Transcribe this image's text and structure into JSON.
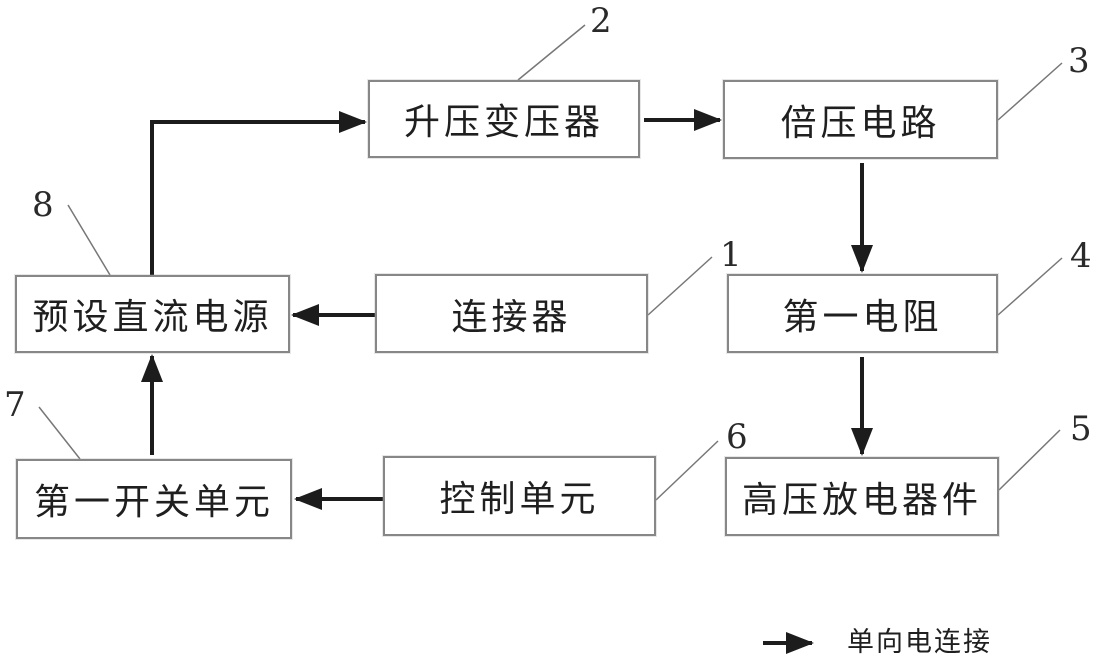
{
  "figure": {
    "background": "#ffffff",
    "box_border_color": "#878787",
    "arrow_color": "#1c1c1c",
    "leader_line_color": "#777777"
  },
  "nodes": [
    {
      "id": "connector",
      "label": "连接器",
      "ref": "1"
    },
    {
      "id": "step-up-transformer",
      "label": "升压变压器",
      "ref": "2"
    },
    {
      "id": "voltage-doubler-circuit",
      "label": "倍压电路",
      "ref": "3"
    },
    {
      "id": "first-resistor",
      "label": "第一电阻",
      "ref": "4"
    },
    {
      "id": "high-voltage-discharge-device",
      "label": "高压放电器件",
      "ref": "5"
    },
    {
      "id": "control-unit",
      "label": "控制单元",
      "ref": "6"
    },
    {
      "id": "first-switch-unit",
      "label": "第一开关单元",
      "ref": "7"
    },
    {
      "id": "preset-dc-power-supply",
      "label": "预设直流电源",
      "ref": "8"
    }
  ],
  "edges": [
    {
      "from": "preset-dc-power-supply",
      "to": "step-up-transformer",
      "type": "one-way"
    },
    {
      "from": "step-up-transformer",
      "to": "voltage-doubler-circuit",
      "type": "one-way"
    },
    {
      "from": "voltage-doubler-circuit",
      "to": "first-resistor",
      "type": "one-way"
    },
    {
      "from": "first-resistor",
      "to": "high-voltage-discharge-device",
      "type": "one-way"
    },
    {
      "from": "connector",
      "to": "preset-dc-power-supply",
      "type": "one-way"
    },
    {
      "from": "first-switch-unit",
      "to": "preset-dc-power-supply",
      "type": "one-way"
    },
    {
      "from": "control-unit",
      "to": "first-switch-unit",
      "type": "one-way"
    }
  ],
  "legend": {
    "arrow_label": "单向电连接"
  }
}
